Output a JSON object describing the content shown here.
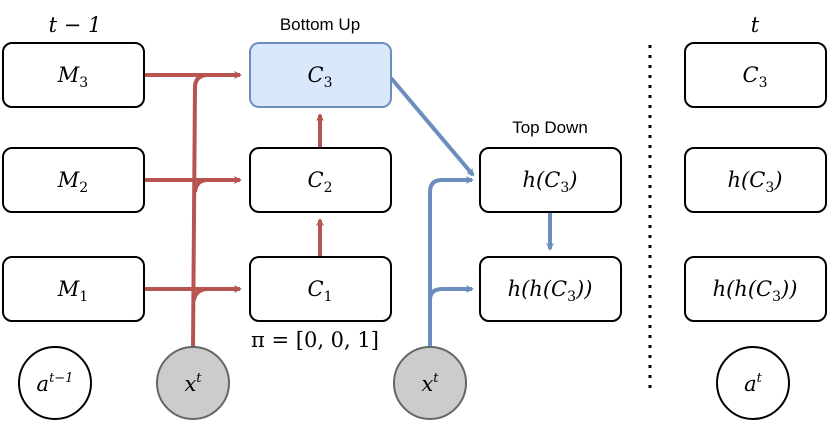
{
  "headers": {
    "prev_time": "t − 1",
    "bottom_up": "Bottom Up",
    "top_down": "Top Down",
    "curr_time": "t"
  },
  "nodes": {
    "M3": {
      "base": "M",
      "sub": "3"
    },
    "M2": {
      "base": "M",
      "sub": "2"
    },
    "M1": {
      "base": "M",
      "sub": "1"
    },
    "C3": {
      "base": "C",
      "sub": "3"
    },
    "C2": {
      "base": "C",
      "sub": "2"
    },
    "C1": {
      "base": "C",
      "sub": "1"
    },
    "hC3": {
      "pre": "h(C",
      "sub": "3",
      "post": ")"
    },
    "hhC3": {
      "pre": "h(h(C",
      "sub": "3",
      "post": "))"
    },
    "out_C3": {
      "base": "C",
      "sub": "3"
    },
    "out_hC3": {
      "pre": "h(C",
      "sub": "3",
      "post": ")"
    },
    "out_hhC3": {
      "pre": "h(h(C",
      "sub": "3",
      "post": "))"
    },
    "a_prev": {
      "base": "a",
      "sup": "t−1"
    },
    "x_bu": {
      "base": "x",
      "sup": "t"
    },
    "x_td": {
      "base": "x",
      "sup": "t"
    },
    "a_curr": {
      "base": "a",
      "sup": "t"
    }
  },
  "pi_label": "π = [0, 0, 1]",
  "colors": {
    "bottom_up": "#b85450",
    "top_down": "#6c8ebf",
    "highlight_fill": "#dae8fc",
    "input_fill": "#cccccc"
  }
}
